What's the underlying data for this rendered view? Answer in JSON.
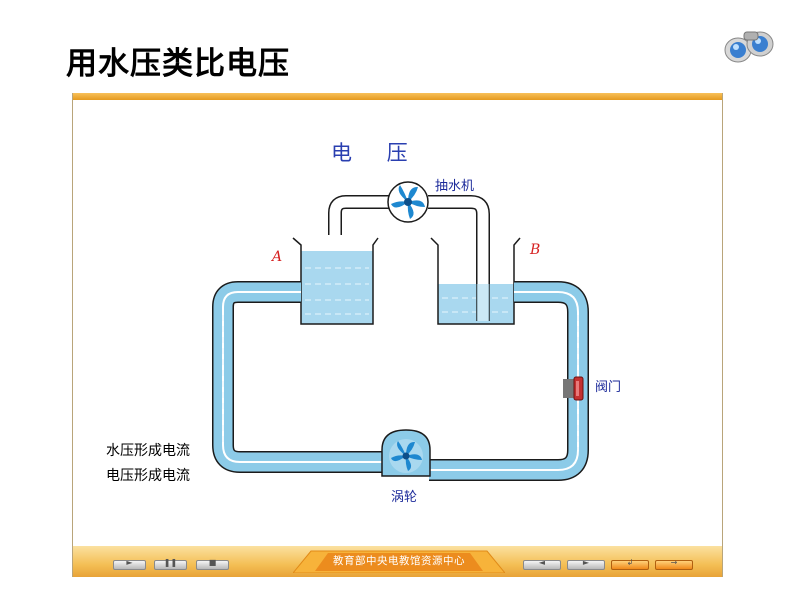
{
  "slide": {
    "title": "用水压类比电压"
  },
  "diagram": {
    "title": "电 压",
    "pump_label": "抽水机",
    "valve_label": "阀门",
    "turbine_label": "涡轮",
    "tank_a_label": "A",
    "tank_b_label": "B",
    "water_color": "#a9d8ef",
    "pipe_color": "#8ccbe8"
  },
  "notes": [
    "水压形成电流",
    "电压形成电流"
  ],
  "player": {
    "center_text": "教育部中央电教馆资源中心",
    "controls": [
      {
        "name": "play-button",
        "glyph": "►"
      },
      {
        "name": "pause-button",
        "glyph": "❚❚"
      },
      {
        "name": "stop-button",
        "glyph": "■"
      },
      {
        "name": "prev-button",
        "glyph": "◄"
      },
      {
        "name": "next-button",
        "glyph": "►"
      },
      {
        "name": "return-button",
        "glyph": "↲"
      },
      {
        "name": "exit-button",
        "glyph": "→"
      }
    ]
  }
}
